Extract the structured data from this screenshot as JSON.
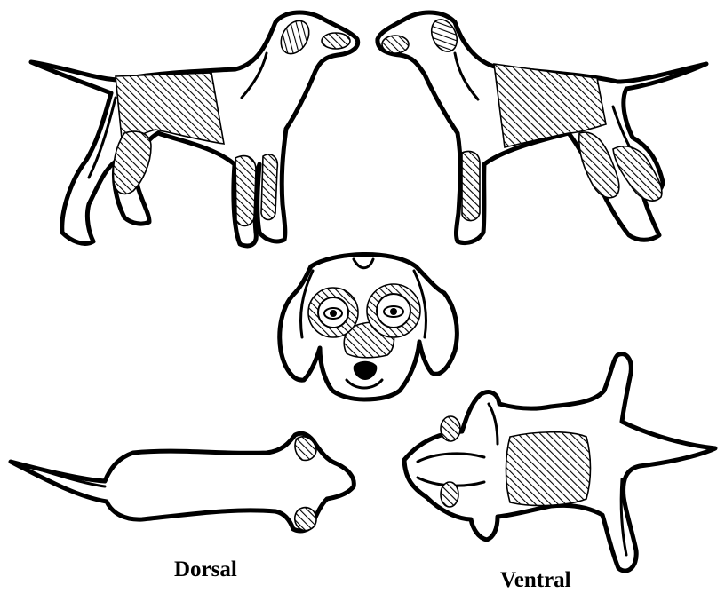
{
  "labels": {
    "dorsal": "Dorsal",
    "ventral": "Ventral"
  },
  "colors": {
    "outline": "#000000",
    "background": "#ffffff",
    "hatch": "#000000"
  },
  "hatch_pattern": "diagonal-lines"
}
